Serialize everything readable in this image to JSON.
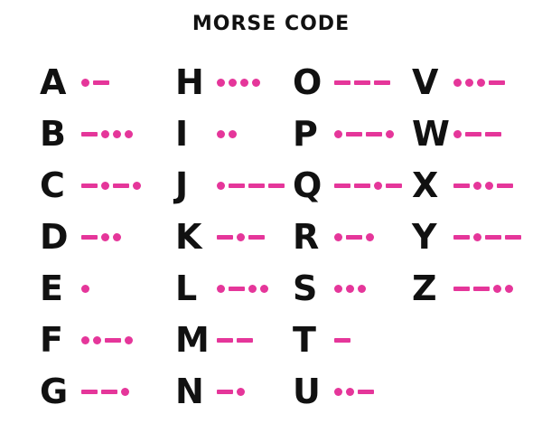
{
  "title": "MORSE CODE",
  "symbol_color": "#e5369a",
  "letter_color": "#111111",
  "columns": [
    [
      {
        "letter": "A",
        "code": ".-"
      },
      {
        "letter": "B",
        "code": "-..."
      },
      {
        "letter": "C",
        "code": "-.-."
      },
      {
        "letter": "D",
        "code": "-.."
      },
      {
        "letter": "E",
        "code": "."
      },
      {
        "letter": "F",
        "code": "..-."
      },
      {
        "letter": "G",
        "code": "--."
      }
    ],
    [
      {
        "letter": "H",
        "code": "...."
      },
      {
        "letter": "I",
        "code": ".."
      },
      {
        "letter": "J",
        "code": ".---"
      },
      {
        "letter": "K",
        "code": "-.-"
      },
      {
        "letter": "L",
        "code": ".-.."
      },
      {
        "letter": "M",
        "code": "--"
      },
      {
        "letter": "N",
        "code": "-."
      }
    ],
    [
      {
        "letter": "O",
        "code": "---"
      },
      {
        "letter": "P",
        "code": ".--."
      },
      {
        "letter": "Q",
        "code": "--.-"
      },
      {
        "letter": "R",
        "code": ".-."
      },
      {
        "letter": "S",
        "code": "..."
      },
      {
        "letter": "T",
        "code": "-"
      },
      {
        "letter": "U",
        "code": "..-"
      }
    ],
    [
      {
        "letter": "V",
        "code": "...-"
      },
      {
        "letter": "W",
        "code": ".--"
      },
      {
        "letter": "X",
        "code": "-..-"
      },
      {
        "letter": "Y",
        "code": "-.--"
      },
      {
        "letter": "Z",
        "code": "--.."
      }
    ]
  ]
}
